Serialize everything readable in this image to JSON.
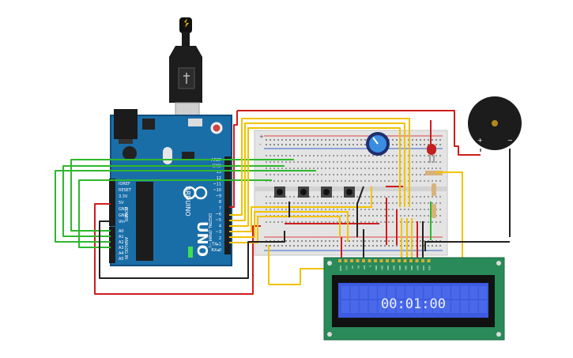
{
  "arduino": {
    "brand": "ARDUINO",
    "model": "UNO",
    "power_label": "POWER",
    "analog_label": "ANALOG IN",
    "digital_label": "DIGITAL (PWM ~)",
    "power_pins": [
      "IOREF",
      "RESET",
      "3.3V",
      "5V",
      "GND",
      "GND",
      "Vin"
    ],
    "analog_pins": [
      "A0",
      "A1",
      "A2",
      "A3",
      "A4",
      "A5"
    ],
    "digital_pins": [
      "AREF",
      "GND",
      "13",
      "12",
      "~11",
      "~10",
      "~9",
      "8",
      "7",
      "~6",
      "~5",
      "4",
      "~3",
      "2",
      "TX▸1",
      "RX◂0"
    ]
  },
  "usb": {
    "icon": "usb-cable-icon"
  },
  "breadboard": {
    "rail_plus": "+",
    "rail_minus": "-"
  },
  "buzzer": {
    "plus": "+",
    "minus": "−"
  },
  "lcd": {
    "display_text": "00:01:00",
    "pin_labels": [
      "GND",
      "VCC",
      "V0",
      "RS",
      "RW",
      "E",
      "DB0",
      "DB1",
      "DB2",
      "DB3",
      "DB4",
      "DB5",
      "DB6",
      "DB7",
      "LED",
      "LED"
    ]
  },
  "colors": {
    "wire_red": "#d01c1c",
    "wire_green": "#2eb82e",
    "wire_yellow": "#f2c200",
    "wire_black": "#222222",
    "board_blue": "#1a6ea8",
    "lcd_screen": "#3c5be0",
    "lcd_pcb": "#2a8a5a"
  }
}
